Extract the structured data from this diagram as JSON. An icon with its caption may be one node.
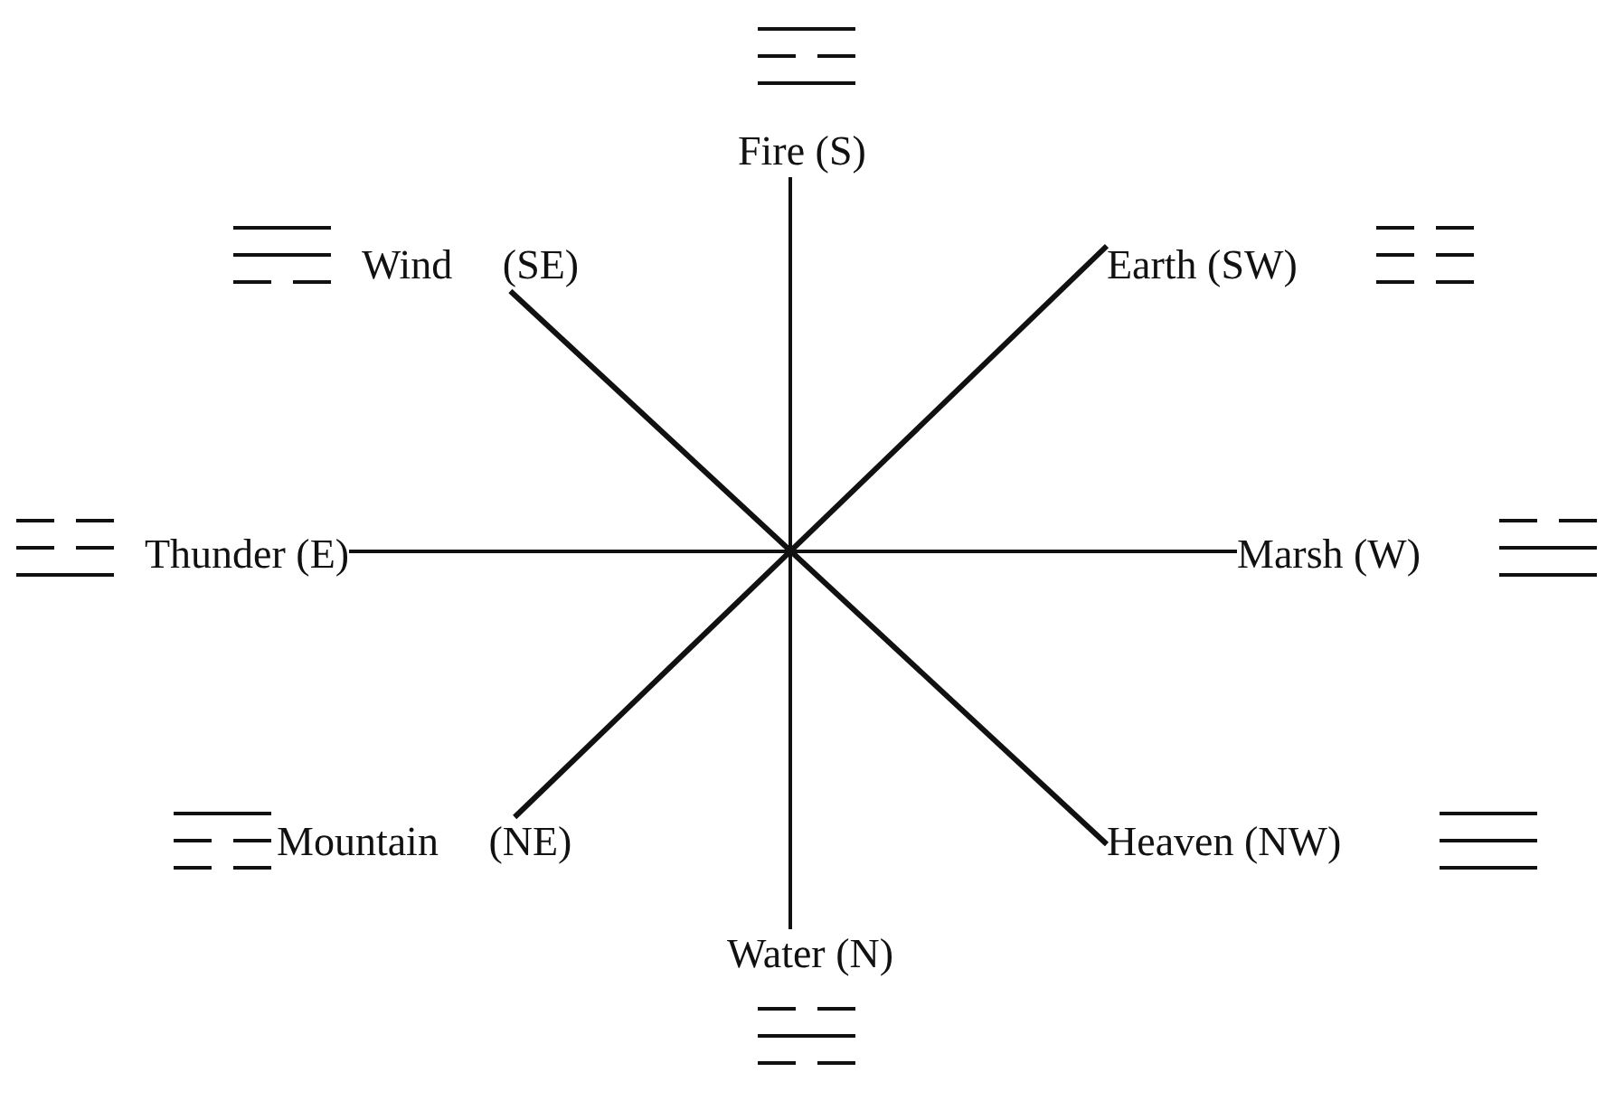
{
  "diagram": {
    "nodes": [
      {
        "text": [
          "Fire (S)"
        ]
      },
      {
        "text": [
          "Wind (SE)"
        ]
      },
      {
        "text": [
          "Earth (SW)"
        ]
      },
      {
        "text": [
          "Thunder (E)"
        ]
      },
      {
        "text": [
          "Marsh (W)"
        ]
      },
      {
        "text": [
          "Mountain (NE)"
        ]
      },
      {
        "text": [
          "Heaven (NW)"
        ]
      },
      {
        "text": [
          "Water (N)"
        ]
      }
    ],
    "edges": [
      {
        "from": 0,
        "to": 7,
        "arrow": "none"
      },
      {
        "from": 1,
        "to": 6,
        "arrow": "none"
      },
      {
        "from": 2,
        "to": 5,
        "arrow": "none"
      },
      {
        "from": 3,
        "to": 4,
        "arrow": "none"
      }
    ]
  }
}
